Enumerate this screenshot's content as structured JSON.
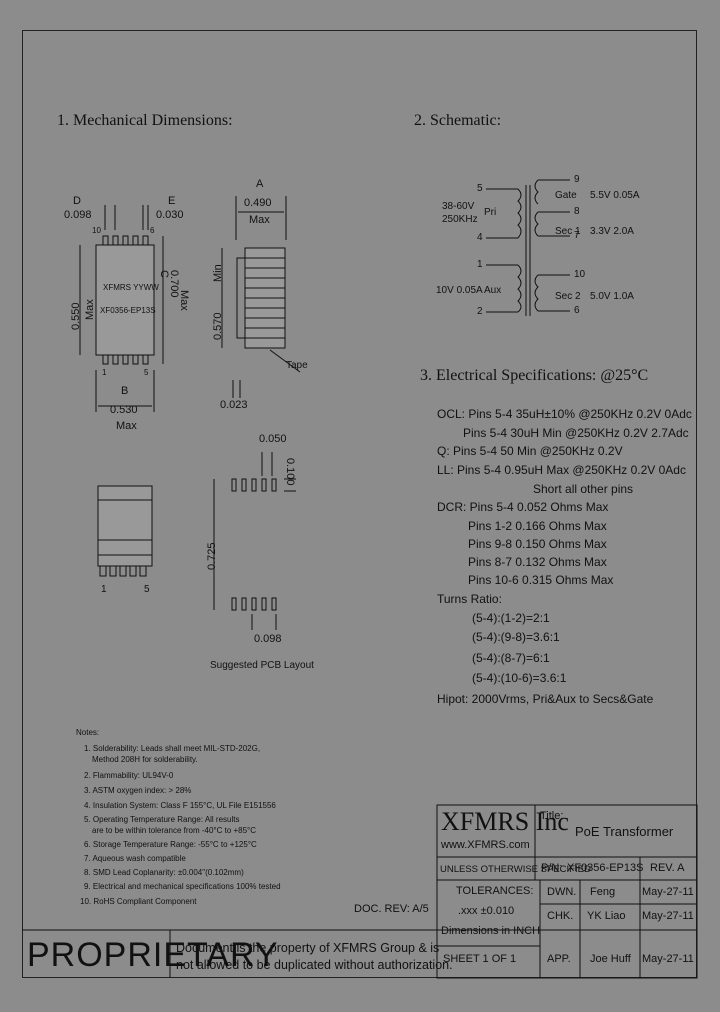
{
  "sections": {
    "mechanical": "1. Mechanical Dimensions:",
    "schematic": "2. Schematic:",
    "electrical": "3. Electrical Specifications: @25°C"
  },
  "dims": {
    "d_label": "D",
    "d_val": "0.098",
    "e_label": "E",
    "e_val": "0.030",
    "pin10": "10",
    "pin6": "6",
    "pin1": "1",
    "pin5": "5",
    "marking1": "XFMRS YYWW",
    "marking2": "XF0356-EP13S",
    "h_val": "0.550",
    "h_max": "Max",
    "c_label": "C",
    "c_val": "0.700",
    "c_max": "Max",
    "b_label": "B",
    "b_val": "0.530",
    "b_max": "Max",
    "a_label": "A",
    "a_val": "0.490",
    "a_max": "Max",
    "side_val": "0.570",
    "side_min": "Min",
    "tape": "Tape",
    "lead_val": "0.023",
    "pcb_050": "0.050",
    "pcb_100": "0.100",
    "pcb_725": "0.725",
    "pcb_098": "0.098",
    "pcb_caption": "Suggested PCB Layout",
    "bottom_pin1": "1",
    "bottom_pin5": "5"
  },
  "schematic": {
    "p5": "5",
    "p4": "4",
    "p1": "1",
    "p2": "2",
    "p9": "9",
    "p8": "8",
    "p7": "7",
    "p10": "10",
    "p6": "6",
    "pri_v": "38-60V",
    "pri_f": "250KHz",
    "pri": "Pri",
    "gate": "Gate",
    "gate_spec": "5.5V 0.05A",
    "sec1": "Sec 1",
    "sec1_spec": "3.3V 2.0A",
    "aux_spec": "10V 0.05A",
    "aux": "Aux",
    "sec2": "Sec 2",
    "sec2_spec": "5.0V 1.0A"
  },
  "electrical": [
    "OCL: Pins 5-4 35uH±10% @250KHz 0.2V 0Adc",
    "Pins 5-4 30uH Min @250KHz 0.2V 2.7Adc",
    "Q: Pins 5-4 50 Min @250KHz 0.2V",
    "LL: Pins 5-4 0.95uH Max @250KHz 0.2V 0Adc",
    "Short all other pins",
    "DCR: Pins 5-4 0.052 Ohms Max",
    "Pins 1-2 0.166 Ohms Max",
    "Pins 9-8 0.150 Ohms Max",
    "Pins 8-7 0.132 Ohms Max",
    "Pins 10-6 0.315 Ohms Max",
    "Turns Ratio:",
    "(5-4):(1-2)=2:1",
    "(5-4):(9-8)=3.6:1",
    "(5-4):(8-7)=6:1",
    "(5-4):(10-6)=3.6:1",
    "Hipot: 2000Vrms, Pri&Aux to Secs&Gate"
  ],
  "notes": {
    "title": "Notes:",
    "items": [
      "1. Solderability: Leads shall meet MIL-STD-202G,",
      "Method 208H for solderability.",
      "2. Flammability: UL94V-0",
      "3. ASTM oxygen index: > 28%",
      "4. Insulation System: Class F 155°C, UL File E151556",
      "5. Operating Temperature Range: All results",
      "are to be within tolerance from -40°C to +85°C",
      "6. Storage Temperature Range: -55°C to +125°C",
      "7. Aqueous wash compatible",
      "8. SMD Lead Coplanarity: ±0.004\"(0.102mm)",
      "9. Electrical and mechanical specifications 100% tested",
      "10. RoHS Compliant Component"
    ]
  },
  "title_block": {
    "doc_rev": "DOC. REV: A/5",
    "company": "XFMRS Inc",
    "website": "www.XFMRS.com",
    "title_label": "Title:",
    "title": "PoE Transformer",
    "unless": "UNLESS OTHERWISE SPECIFIED",
    "pn_label": "P/N:",
    "pn": "XF0356-EP13S",
    "rev": "REV. A",
    "tol": "TOLERANCES:",
    "tol_val": ".xxx ±0.010",
    "dims_in": "Dimensions in INCH",
    "dwn": "DWN.",
    "dwn_name": "Feng",
    "dwn_date": "May-27-11",
    "chk": "CHK.",
    "chk_name": "YK Liao",
    "chk_date": "May-27-11",
    "sheet": "SHEET 1 OF 1",
    "app": "APP.",
    "app_name": "Joe Huff",
    "app_date": "May-27-11",
    "proprietary": "PROPRIETARY",
    "notice1": "Document is the property of XFMRS Group & is",
    "notice2": "not allowed to be duplicated without authorization."
  }
}
